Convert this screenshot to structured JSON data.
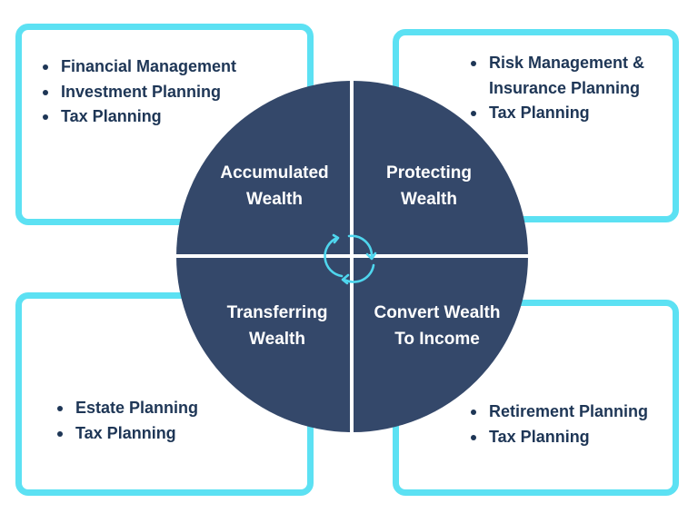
{
  "colors": {
    "accent": "#5ce1f3",
    "circle": "#34486a",
    "text": "#1e3656"
  },
  "quadrants": [
    {
      "label_line1": "Accumulated",
      "label_line2": "Wealth",
      "items": [
        "Financial Management",
        "Investment Planning",
        "Tax Planning"
      ]
    },
    {
      "label_line1": "Protecting",
      "label_line2": "Wealth",
      "items": [
        "Risk Management &",
        "Insurance Planning",
        "Tax Planning"
      ]
    },
    {
      "label_line1": "Transferring",
      "label_line2": "Wealth",
      "items": [
        "Estate Planning",
        "Tax Planning"
      ]
    },
    {
      "label_line1": "Convert Wealth",
      "label_line2": "To Income",
      "items": [
        "Retirement Planning",
        "Tax Planning"
      ]
    }
  ],
  "center_icon": "cycle-arrows-icon"
}
